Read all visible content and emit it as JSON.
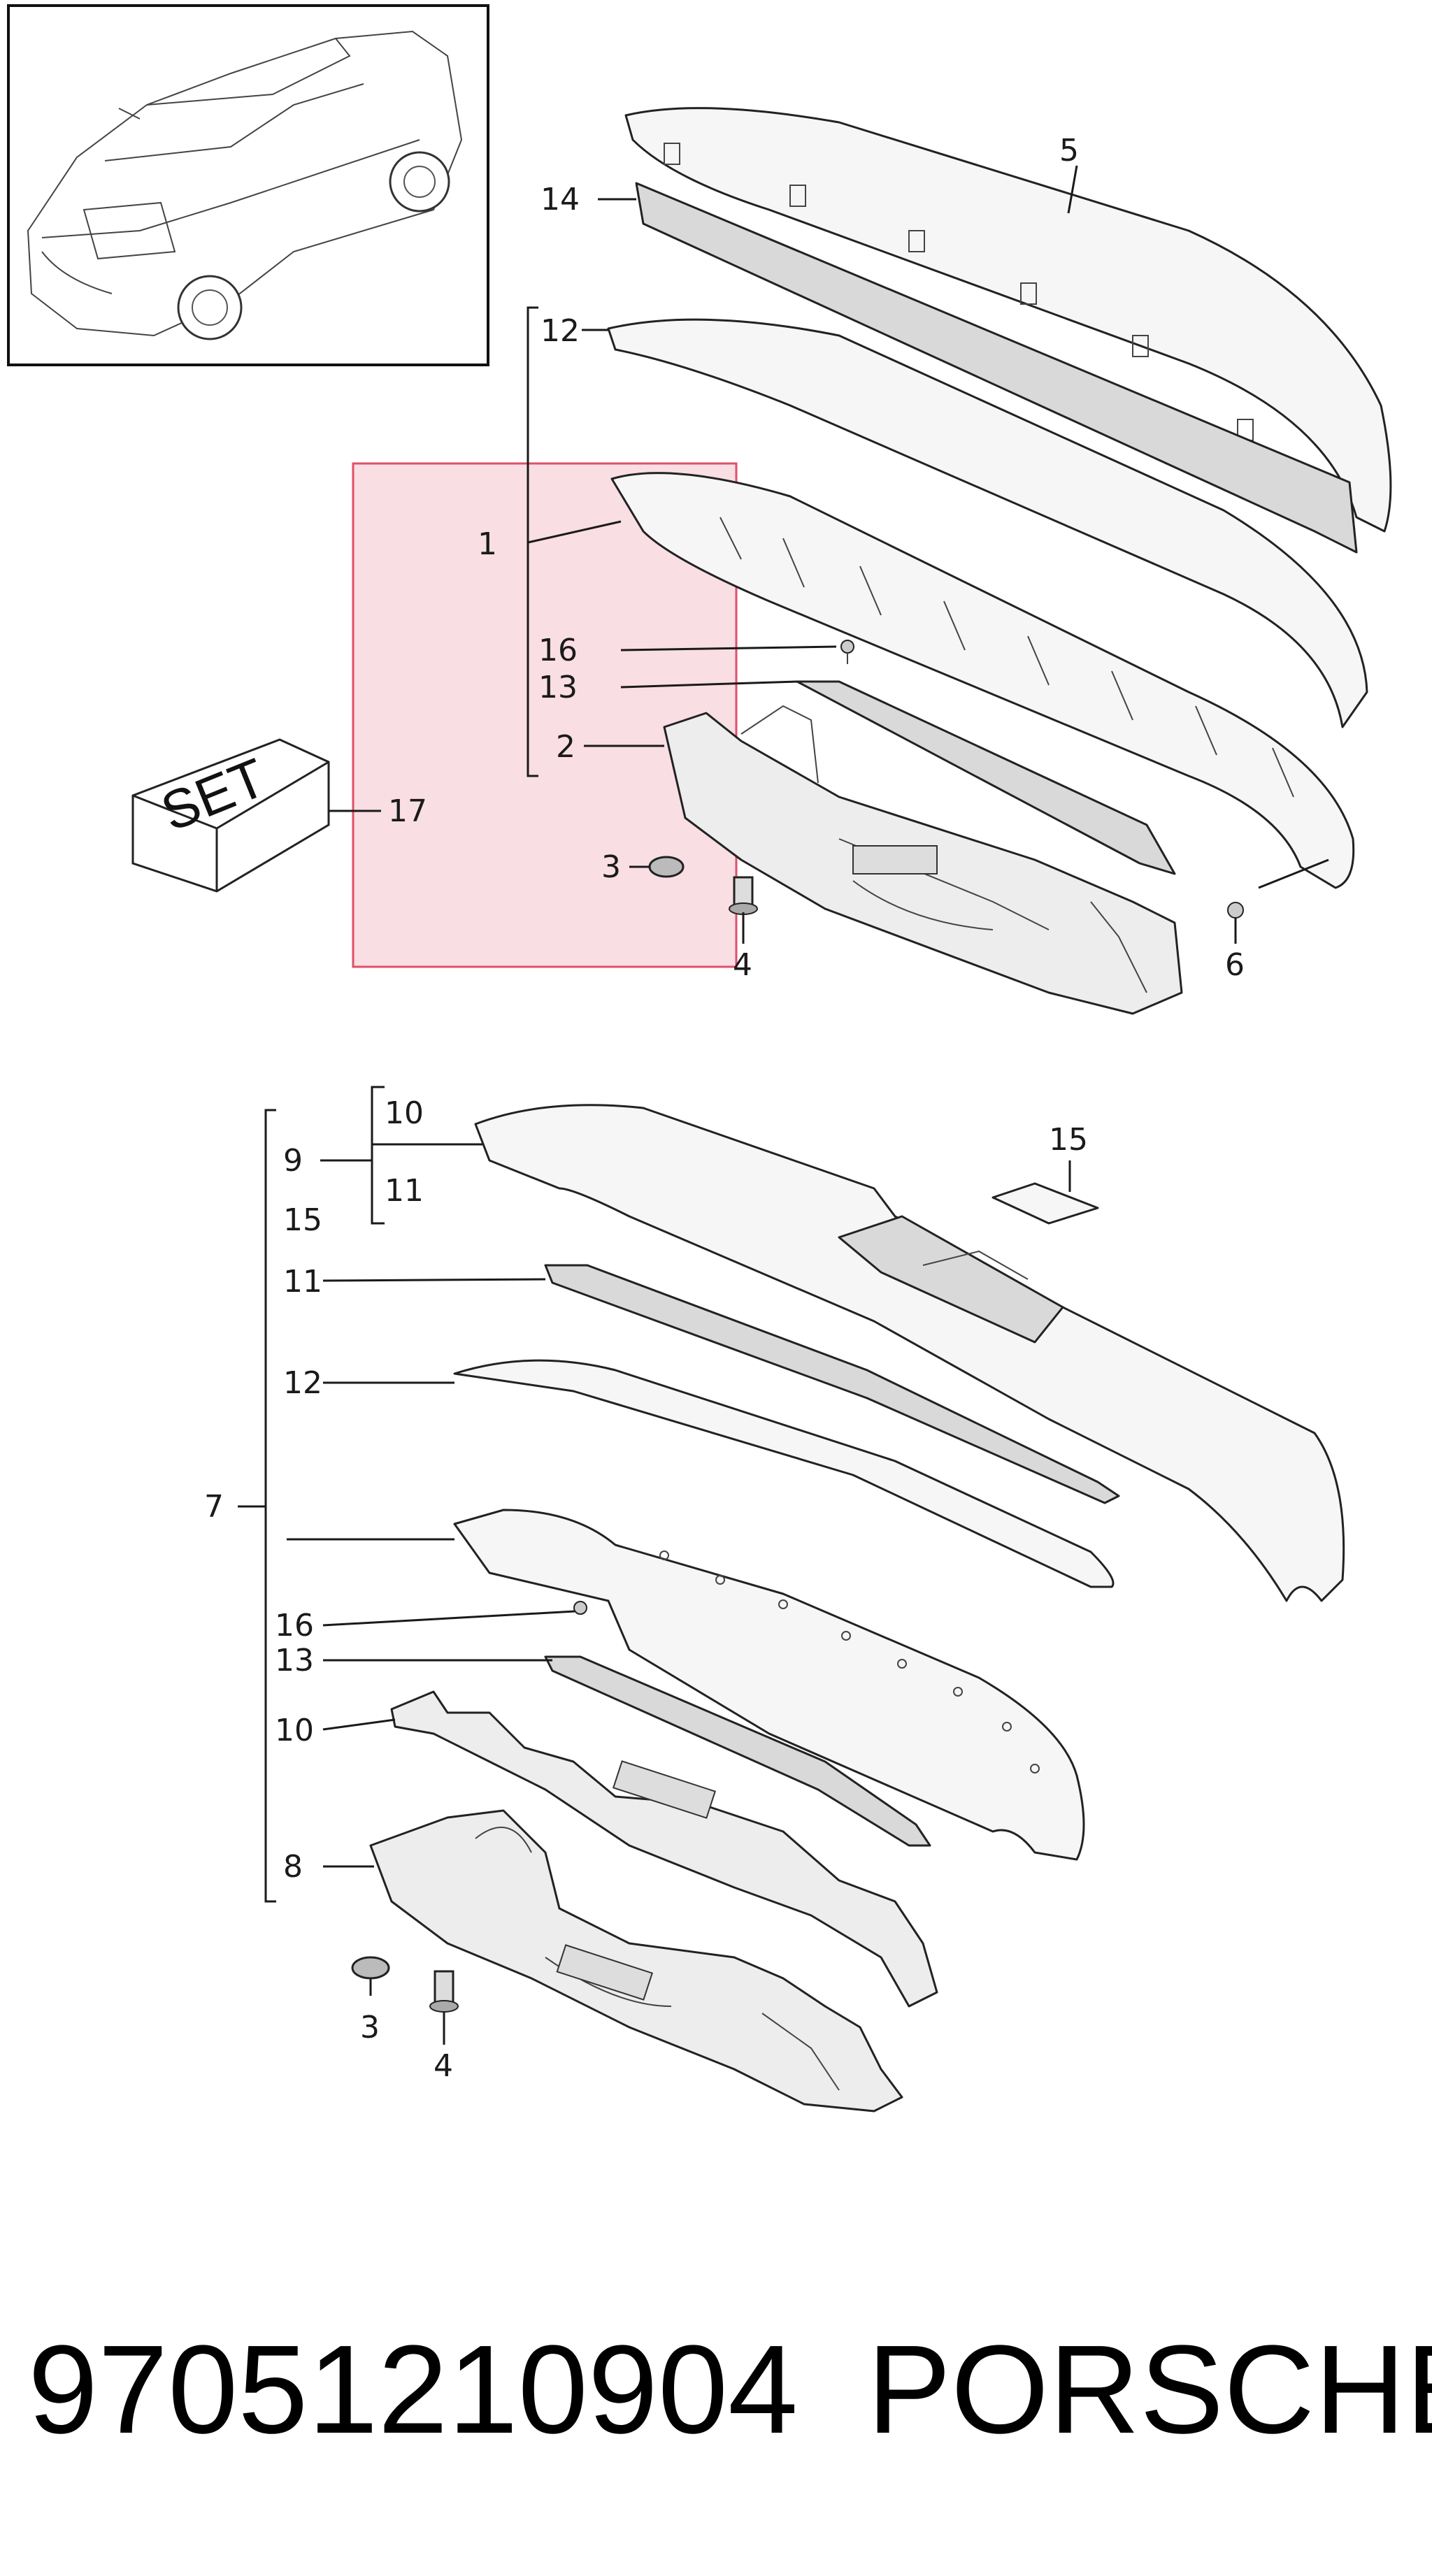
{
  "callouts": {
    "c1": "1",
    "c2": "2",
    "c3a": "3",
    "c4a": "4",
    "c5": "5",
    "c6": "6",
    "c12a": "12",
    "c13a": "13",
    "c14": "14",
    "c16a": "16",
    "c17": "17",
    "c7": "7",
    "c8": "8",
    "c9": "9",
    "c10a": "10",
    "c11a": "11",
    "c15a": "15",
    "c15b": "15",
    "c11b": "11",
    "c12b": "12",
    "c16b": "16",
    "c13b": "13",
    "c10b": "10",
    "c3b": "3",
    "c4b": "4"
  },
  "set_box_label": "SET",
  "footer": {
    "part_number": "97051210904",
    "brand": "PORSCHE"
  },
  "highlight_color": "#f7d0d8",
  "highlight_border": "#e0506a"
}
